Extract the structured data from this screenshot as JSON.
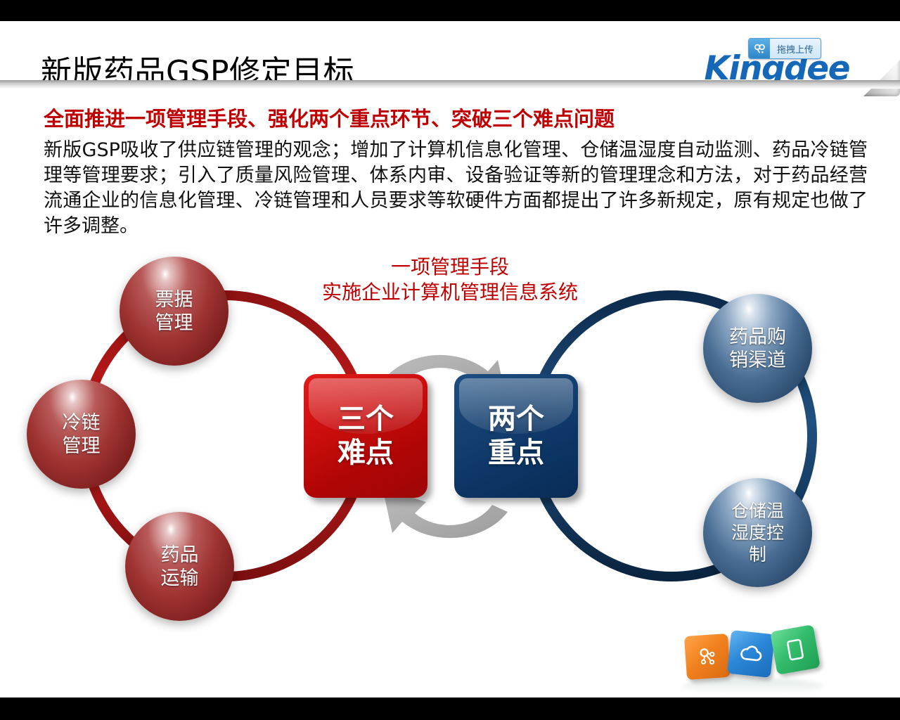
{
  "slide": {
    "title": "新版药品GSP修定目标",
    "headline": "全面推进一项管理手段、强化两个重点环节、突破三个难点问题",
    "body": "新版GSP吸收了供应链管理的观念；增加了计算机信息化管理、仓储温湿度自动监测、药品冷链管理等管理要求；引入了质量风险管理、体系内审、设备验证等新的管理理念和方法，对于药品经营流通企业的信息化管理、冷链管理和人员要求等软硬件方面都提出了许多新规定，原有规定也做了许多调整。"
  },
  "branding": {
    "logo_text": "Kingdee",
    "logo_color": "#1567b8"
  },
  "upload_button": {
    "label": "拖拽上传",
    "icon": "link-icon"
  },
  "diagram": {
    "caption_line1": "一项管理手段",
    "caption_line2": "实施企业计算机管理信息系统",
    "caption_color": "#c00000",
    "left_ring_color": "#a81616",
    "right_ring_color": "#13365e",
    "arrow_color": "#a8a8a8",
    "center_boxes": [
      {
        "label_line1": "三个",
        "label_line2": "难点",
        "color": "#c00000",
        "side": "left"
      },
      {
        "label_line1": "两个",
        "label_line2": "重点",
        "color": "#0c3564",
        "side": "right"
      }
    ],
    "left_nodes": [
      {
        "line1": "票据",
        "line2": "管理"
      },
      {
        "line1": "冷链",
        "line2": "管理"
      },
      {
        "line1": "药品",
        "line2": "运输"
      }
    ],
    "right_nodes": [
      {
        "line1": "药品购",
        "line2": "销渠道",
        "line3": ""
      },
      {
        "line1": "仓储温",
        "line2": "湿度控",
        "line3": "制"
      }
    ]
  },
  "footer_icons": [
    {
      "name": "network-share-icon",
      "color": "#f2821f",
      "glyph": "⁂"
    },
    {
      "name": "cloud-icon",
      "color": "#2b87d8",
      "glyph": "☁"
    },
    {
      "name": "mobile-device-icon",
      "color": "#33bd6b",
      "glyph": "▭"
    }
  ]
}
